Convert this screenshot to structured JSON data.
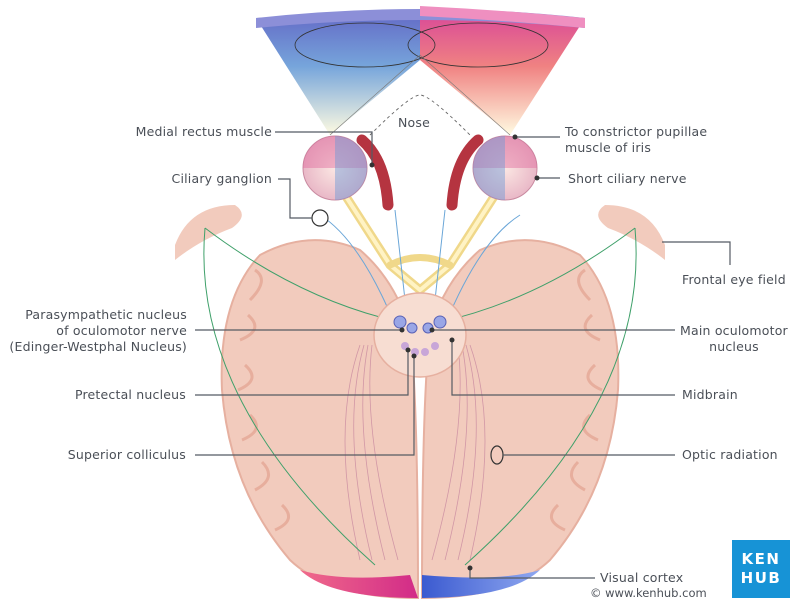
{
  "labels": {
    "nose": "Nose",
    "medial_rectus": "Medial rectus muscle",
    "ciliary_ganglion": "Ciliary ganglion",
    "constrictor_line1": "To constrictor pupillae",
    "constrictor_line2": "muscle of iris",
    "short_ciliary": "Short ciliary nerve",
    "frontal_eye_field": "Frontal eye field",
    "parasym_line1": "Parasympathetic nucleus",
    "parasym_line2": "of oculomotor nerve",
    "parasym_line3": "(Edinger-Westphal Nucleus)",
    "main_oculo_line1": "Main oculomotor",
    "main_oculo_line2": "nucleus",
    "pretectal": "Pretectal nucleus",
    "midbrain": "Midbrain",
    "superior_colliculus": "Superior colliculus",
    "optic_radiation": "Optic radiation",
    "visual_cortex": "Visual cortex"
  },
  "logo": {
    "line1": "KEN",
    "line2": "HUB"
  },
  "copyright": "© www.kenhub.com",
  "colors": {
    "brand": "#1793d6",
    "brain": "#f2cbbd",
    "cortex_blue": "#4b5fd1",
    "cortex_pink": "#e0317f",
    "pathway": "#3fa06a",
    "leader": "#555b63"
  }
}
